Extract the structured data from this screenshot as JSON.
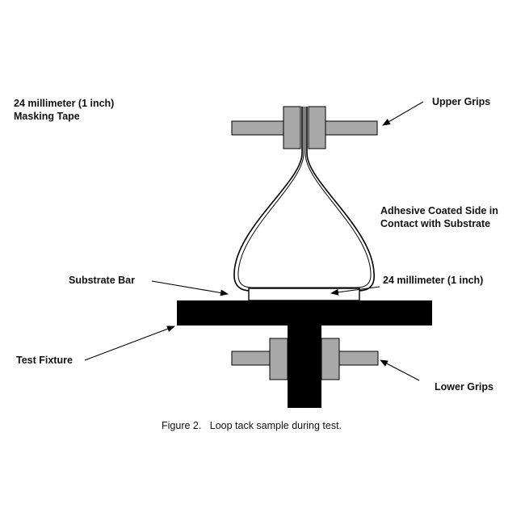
{
  "labels": {
    "masking_tape_line1": "24 millimeter (1 inch)",
    "masking_tape_line2": "Masking Tape",
    "upper_grips": "Upper Grips",
    "adhesive_line1": "Adhesive Coated Side in",
    "adhesive_line2": "Contact with Substrate",
    "substrate_bar": "Substrate Bar",
    "width_label": "24 millimeter (1 inch)",
    "test_fixture": "Test Fixture",
    "lower_grips": "Lower Grips"
  },
  "caption": "Figure 2.   Loop tack sample during test.",
  "colors": {
    "fixture": "#000000",
    "grip_jaw": "#a8a8a8",
    "grip_arm": "#a8a8a8",
    "line": "#000000"
  }
}
